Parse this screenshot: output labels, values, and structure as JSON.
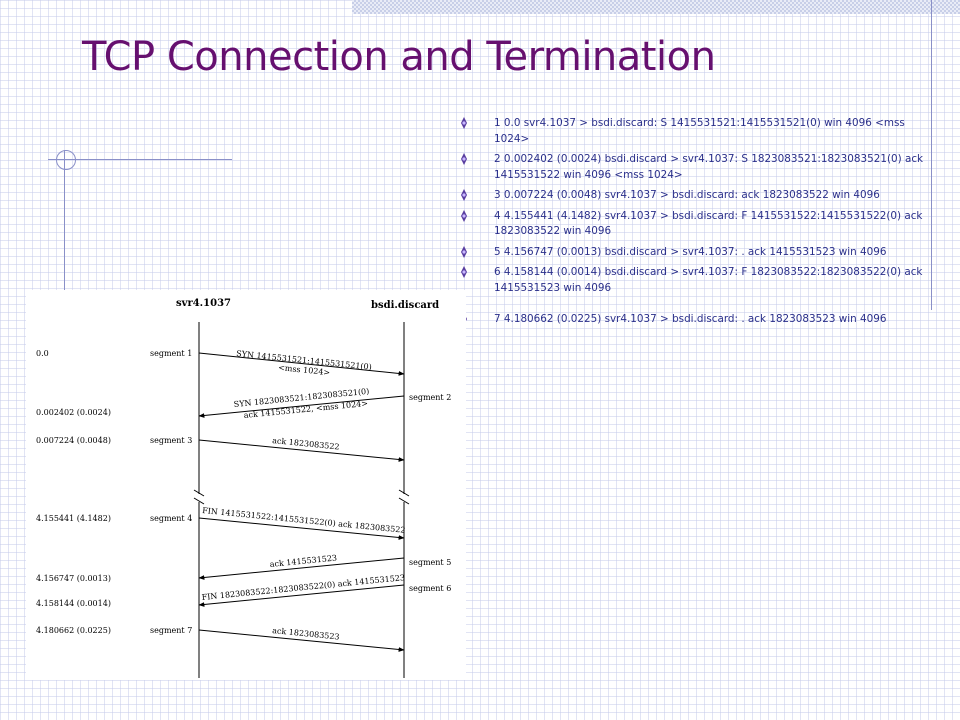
{
  "slide": {
    "title": "TCP Connection and Termination"
  },
  "bullets": [
    "1 0.0 svr4.1037 > bsdi.discard: S 1415531521:1415531521(0) win 4096 <mss 1024>",
    "2 0.002402 (0.0024) bsdi.discard > svr4.1037: S 1823083521:1823083521(0) ack 1415531522 win 4096 <mss 1024>",
    "3 0.007224 (0.0048) svr4.1037 > bsdi.discard: ack 1823083522 win 4096",
    "4 4.155441 (4.1482) svr4.1037 > bsdi.discard: F 1415531522:1415531522(0) ack 1823083522 win 4096",
    "5 4.156747 (0.0013) bsdi.discard > svr4.1037: . ack 1415531523 win 4096",
    "6 4.158144 (0.0014) bsdi.discard > svr4.1037: F 1823083522:1823083522(0) ack 1415531523 win 4096",
    "7 4.180662 (0.0225) svr4.1037 > bsdi.discard: . ack 1823083523 win 4096"
  ],
  "diagram": {
    "left_host": "svr4.1037",
    "right_host": "bsdi.discard",
    "times": [
      "0.0",
      "0.002402 (0.0024)",
      "0.007224 (0.0048)",
      "4.155441 (4.1482)",
      "4.156747 (0.0013)",
      "4.158144 (0.0014)",
      "4.180662 (0.0225)"
    ],
    "left_segments": [
      "segment 1",
      "segment 3",
      "segment 4",
      "segment 7"
    ],
    "right_segments": [
      "segment 2",
      "segment 5",
      "segment 6"
    ],
    "labels": {
      "seg1a": "SYN 1415531521:1415531521(0)",
      "seg1b": "<mss 1024>",
      "seg2a": "SYN 1823083521:1823083521(0)",
      "seg2b": "ack 1415531522, <mss 1024>",
      "seg3": "ack 1823083522",
      "seg4": "FIN 1415531522:1415531522(0) ack 1823083522",
      "seg5": "ack 1415531523",
      "seg6": "FIN 1823083522:1823083522(0) ack 1415531523",
      "seg7": "ack 1823083523"
    }
  },
  "colors": {
    "title": "#66106f",
    "bullet_text": "#2a2f8a",
    "bullet_marker": "#5a3fa0"
  }
}
